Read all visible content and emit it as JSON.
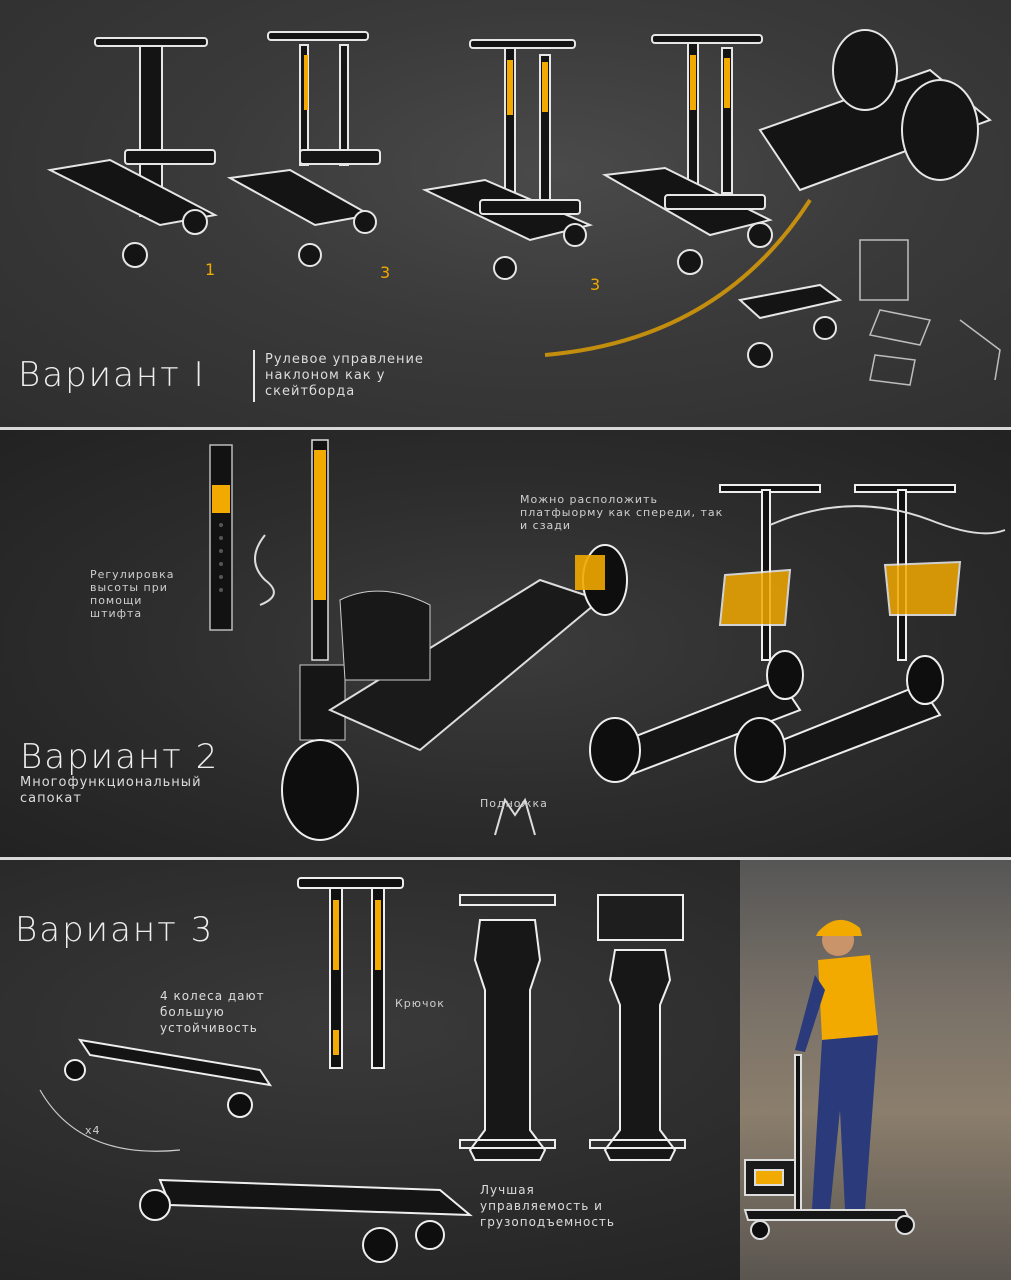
{
  "variant1": {
    "title": "Вариант I",
    "description": "Рулевое управление\nнаклоном  как у\nскейтборда",
    "sketch_numbers": [
      "1",
      "3",
      "3"
    ]
  },
  "variant2": {
    "title": "Вариант 2",
    "description": "Многофункциональный\nсапокат",
    "note_height": "Регулировка\nвысоты при\nпомощи\nштифта",
    "note_platform": "Можно расположить\nплатфыорму как спереди, так\nи сзади",
    "note_footrest": "Подножка"
  },
  "variant3": {
    "title": "Вариант 3",
    "note_wheels": "4 колеса дают\nбольшую\nустойчивость",
    "note_x4": "x4",
    "note_hook": "Крючок",
    "note_handling": "Лучшая\nуправляемость и\nгрузоподъемность"
  },
  "colors": {
    "accent": "#f2a900",
    "frame": "#111111",
    "outline": "#e6e6e6"
  }
}
